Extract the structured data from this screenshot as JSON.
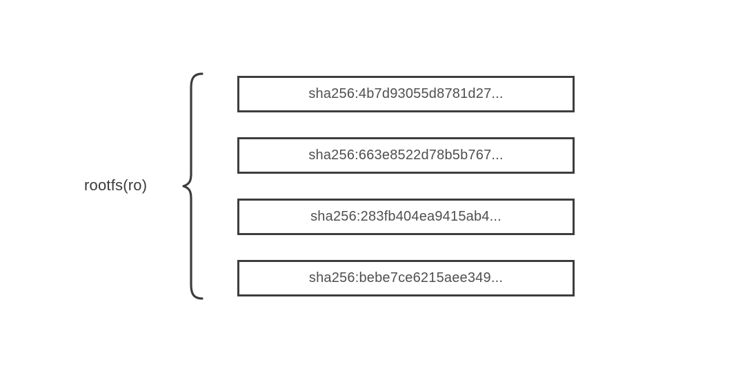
{
  "diagram": {
    "label": "rootfs(ro)",
    "layers": [
      "sha256:4b7d93055d8781d27...",
      "sha256:663e8522d78b5b767...",
      "sha256:283fb404ea9415ab4...",
      "sha256:bebe7ce6215aee349..."
    ]
  },
  "colors": {
    "background": "#ffffff",
    "box_border": "#3d3d3d",
    "digest_text": "#4f4f4f",
    "label_text": "#3a3a3a",
    "brace_stroke": "#3d3d3d"
  }
}
